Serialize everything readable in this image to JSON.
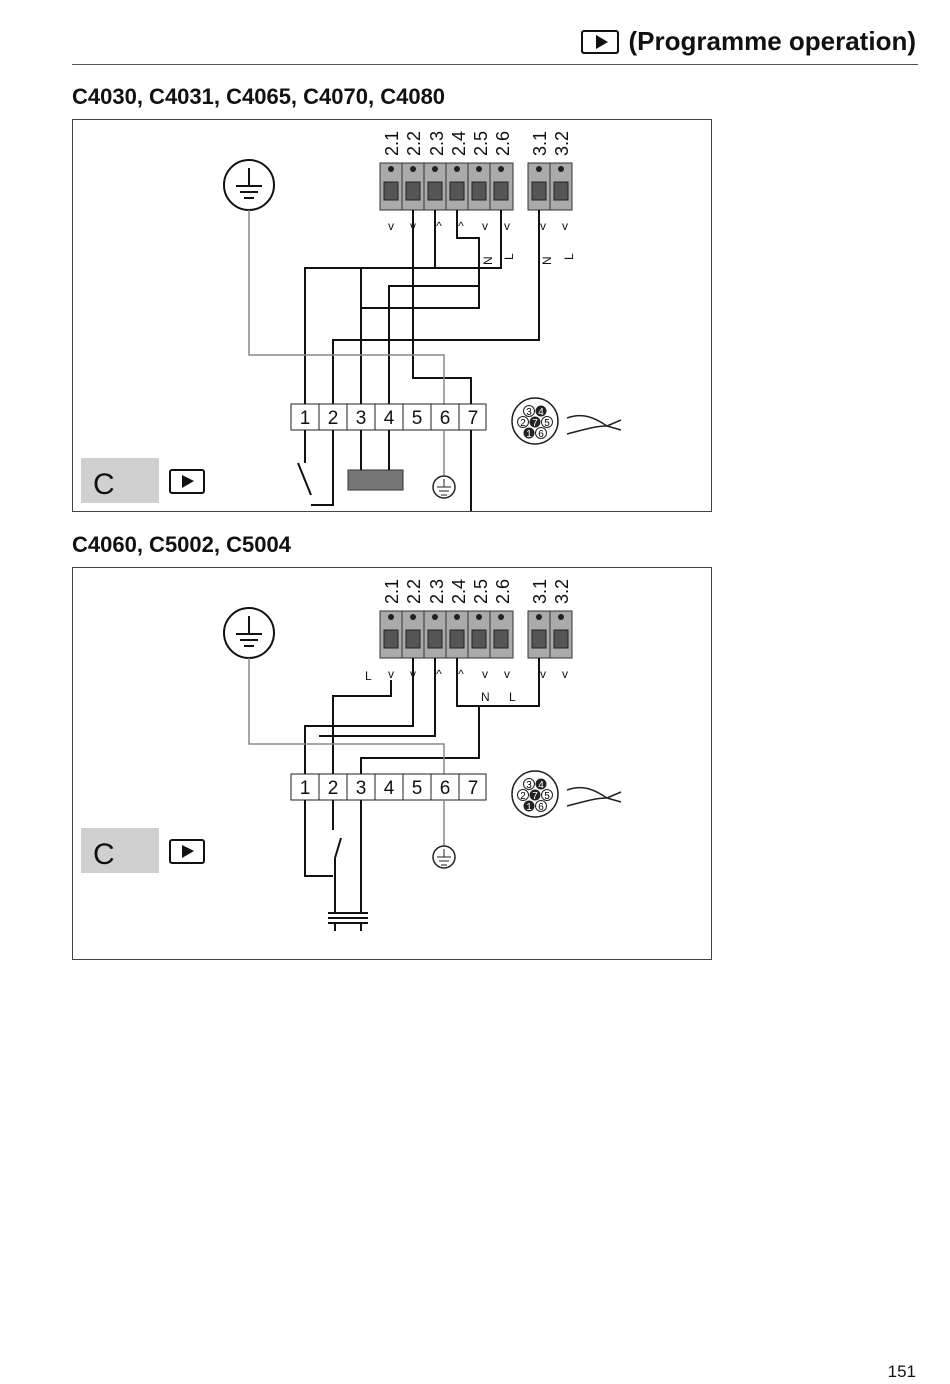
{
  "header": {
    "title": "(Programme operation)",
    "icon": "play-button-icon"
  },
  "page_number": "151",
  "diagrams": [
    {
      "heading": "C4030, C4031, C4065, C4070, C4080",
      "mode_letter": "C",
      "terminal_labels": [
        "2.1",
        "2.2",
        "2.3",
        "2.4",
        "2.5",
        "2.6",
        "3.1",
        "3.2"
      ],
      "arrow_marks": [
        "v",
        "v",
        "^",
        "^",
        "v",
        "v",
        "v",
        "v"
      ],
      "line_labels": [
        "N",
        "L",
        "N",
        "L"
      ],
      "block_numbers": [
        "1",
        "2",
        "3",
        "4",
        "5",
        "6",
        "7"
      ],
      "connector_pins": [
        "3",
        "4",
        "2",
        "7",
        "5",
        "1",
        "6"
      ]
    },
    {
      "heading": "C4060, C5002, C5004",
      "mode_letter": "C",
      "terminal_labels": [
        "2.1",
        "2.2",
        "2.3",
        "2.4",
        "2.5",
        "2.6",
        "3.1",
        "3.2"
      ],
      "arrow_marks": [
        "v",
        "v",
        "^",
        "^",
        "v",
        "v",
        "v",
        "v"
      ],
      "line_labels": [
        "L",
        "N",
        "L"
      ],
      "block_numbers": [
        "1",
        "2",
        "3",
        "4",
        "5",
        "6",
        "7"
      ],
      "connector_pins": [
        "3",
        "4",
        "2",
        "7",
        "5",
        "1",
        "6"
      ]
    }
  ]
}
